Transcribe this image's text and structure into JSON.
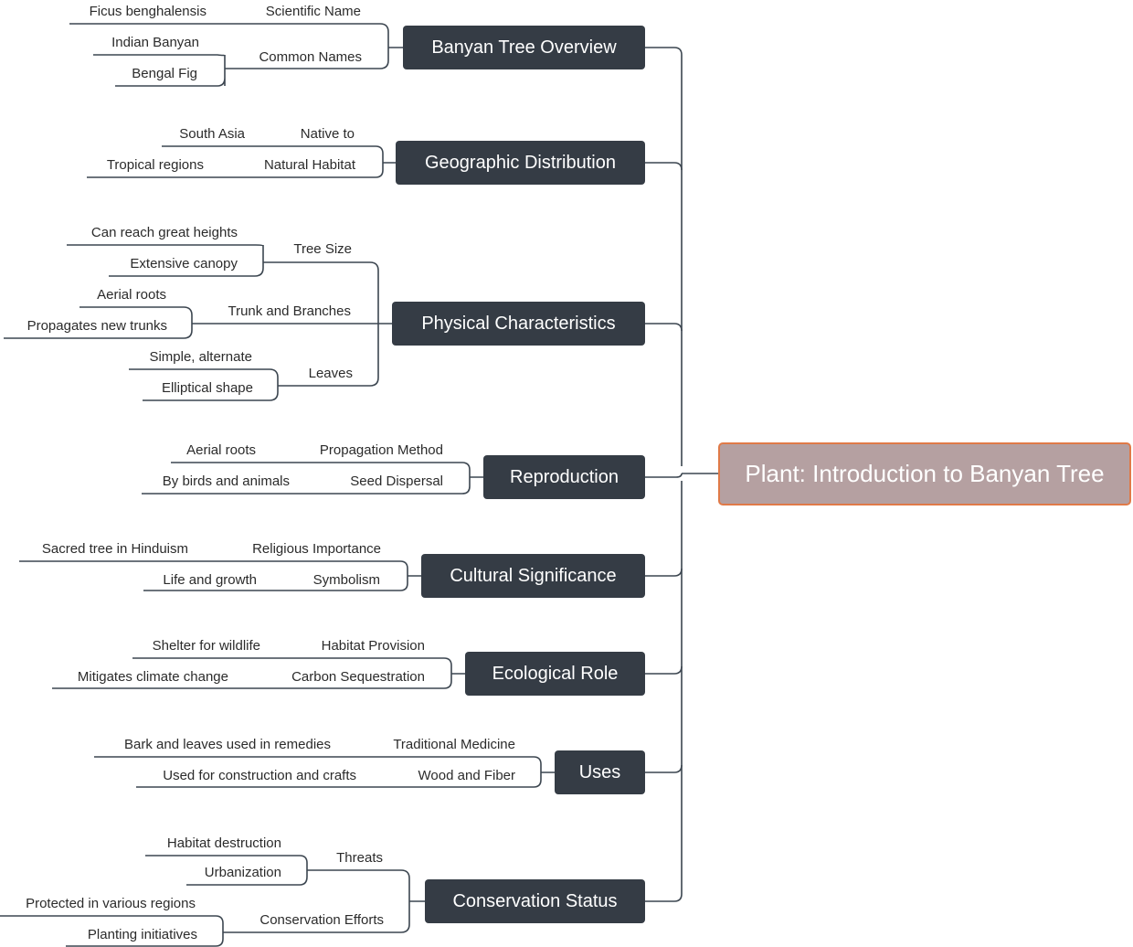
{
  "root": {
    "label": "Plant: Introduction to Banyan Tree"
  },
  "branches": [
    {
      "label": "Banyan Tree Overview",
      "children": [
        {
          "label": "Scientific Name",
          "leaves": [
            "Ficus benghalensis"
          ]
        },
        {
          "label": "Common Names",
          "leaves": [
            "Indian Banyan",
            "Bengal Fig"
          ]
        }
      ]
    },
    {
      "label": "Geographic Distribution",
      "children": [
        {
          "label": "Native to",
          "leaves": [
            "South Asia"
          ]
        },
        {
          "label": "Natural Habitat",
          "leaves": [
            "Tropical regions"
          ]
        }
      ]
    },
    {
      "label": "Physical Characteristics",
      "children": [
        {
          "label": "Tree Size",
          "leaves": [
            "Can reach great heights",
            "Extensive canopy"
          ]
        },
        {
          "label": "Trunk and Branches",
          "leaves": [
            "Aerial roots",
            "Propagates new trunks"
          ]
        },
        {
          "label": "Leaves",
          "leaves": [
            "Simple, alternate",
            "Elliptical shape"
          ]
        }
      ]
    },
    {
      "label": "Reproduction",
      "children": [
        {
          "label": "Propagation Method",
          "leaves": [
            "Aerial roots"
          ]
        },
        {
          "label": "Seed Dispersal",
          "leaves": [
            "By birds and animals"
          ]
        }
      ]
    },
    {
      "label": "Cultural Significance",
      "children": [
        {
          "label": "Religious Importance",
          "leaves": [
            "Sacred tree in Hinduism"
          ]
        },
        {
          "label": "Symbolism",
          "leaves": [
            "Life and growth"
          ]
        }
      ]
    },
    {
      "label": "Ecological Role",
      "children": [
        {
          "label": "Habitat Provision",
          "leaves": [
            "Shelter for wildlife"
          ]
        },
        {
          "label": "Carbon Sequestration",
          "leaves": [
            "Mitigates climate change"
          ]
        }
      ]
    },
    {
      "label": "Uses",
      "children": [
        {
          "label": "Traditional Medicine",
          "leaves": [
            "Bark and leaves used in remedies"
          ]
        },
        {
          "label": "Wood and Fiber",
          "leaves": [
            "Used for construction and crafts"
          ]
        }
      ]
    },
    {
      "label": "Conservation Status",
      "children": [
        {
          "label": "Threats",
          "leaves": [
            "Habitat destruction",
            "Urbanization"
          ]
        },
        {
          "label": "Conservation Efforts",
          "leaves": [
            "Protected in various regions",
            "Planting initiatives"
          ]
        }
      ]
    }
  ],
  "colors": {
    "main_node": "#353c45",
    "root_fill": "#b5a0a1",
    "root_border": "#e07a48",
    "line": "#3c4650",
    "text": "#2b2b2b"
  }
}
